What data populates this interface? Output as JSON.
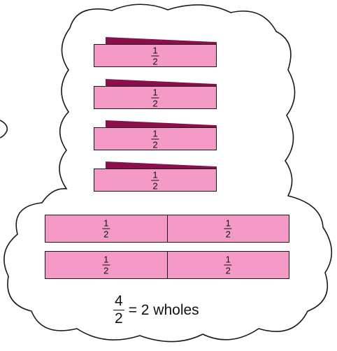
{
  "fraction_strips": {
    "folded": [
      {
        "numerator": "1",
        "denominator": "2"
      },
      {
        "numerator": "1",
        "denominator": "2"
      },
      {
        "numerator": "1",
        "denominator": "2"
      },
      {
        "numerator": "1",
        "denominator": "2"
      }
    ],
    "wholes": [
      {
        "halves": [
          {
            "numerator": "1",
            "denominator": "2"
          },
          {
            "numerator": "1",
            "denominator": "2"
          }
        ]
      },
      {
        "halves": [
          {
            "numerator": "1",
            "denominator": "2"
          },
          {
            "numerator": "1",
            "denominator": "2"
          }
        ]
      }
    ]
  },
  "equation": {
    "numerator": "4",
    "denominator": "2",
    "text": "= 2 wholes"
  },
  "colors": {
    "strip_fill": "#f59ac6",
    "fold_flap": "#8c0e4a",
    "outline": "#1a1a1a"
  }
}
